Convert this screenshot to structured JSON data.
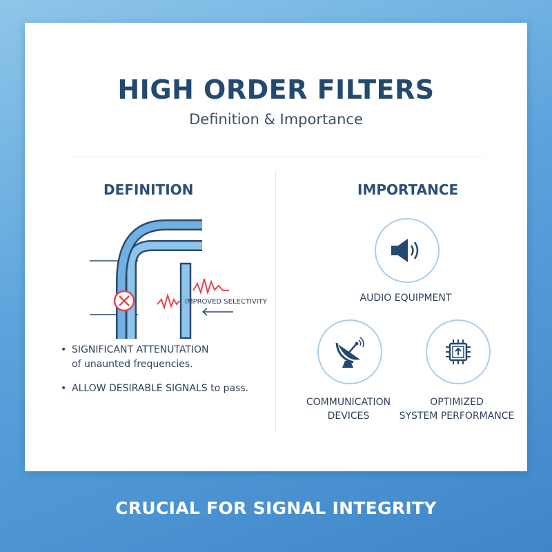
{
  "header": {
    "title": "HIGH ORDER FILTERS",
    "subtitle": "Definition & Importance"
  },
  "definition": {
    "heading": "DEFINITION",
    "diagram_label": "IMPROVED SELECTIVITY",
    "bullets": [
      {
        "strong": "SIGNIFICANT ATTENUTATION",
        "rest": "of unaunted frequencies."
      },
      {
        "strong": "ALLOW DESIRABLE SIGNALS",
        "rest": "to pass."
      }
    ]
  },
  "importance": {
    "heading": "IMPORTANCE",
    "items": [
      {
        "icon": "speaker-icon",
        "line1": "AUDIO EQUIPMENT",
        "line2": ""
      },
      {
        "icon": "satellite-dish-icon",
        "line1": "COMMUNICATION",
        "line2": "DEVICES"
      },
      {
        "icon": "chip-icon",
        "line1": "OPTIMIZED",
        "line2": "SYSTEM PERFORMANCE"
      }
    ]
  },
  "footer": {
    "text": "CRUCIAL FOR SIGNAL INTEGRITY"
  },
  "colors": {
    "title": "#23496f",
    "accent_blue": "#5b9fd6",
    "noise_red": "#e2474f",
    "circle_border": "#a9cdea"
  }
}
